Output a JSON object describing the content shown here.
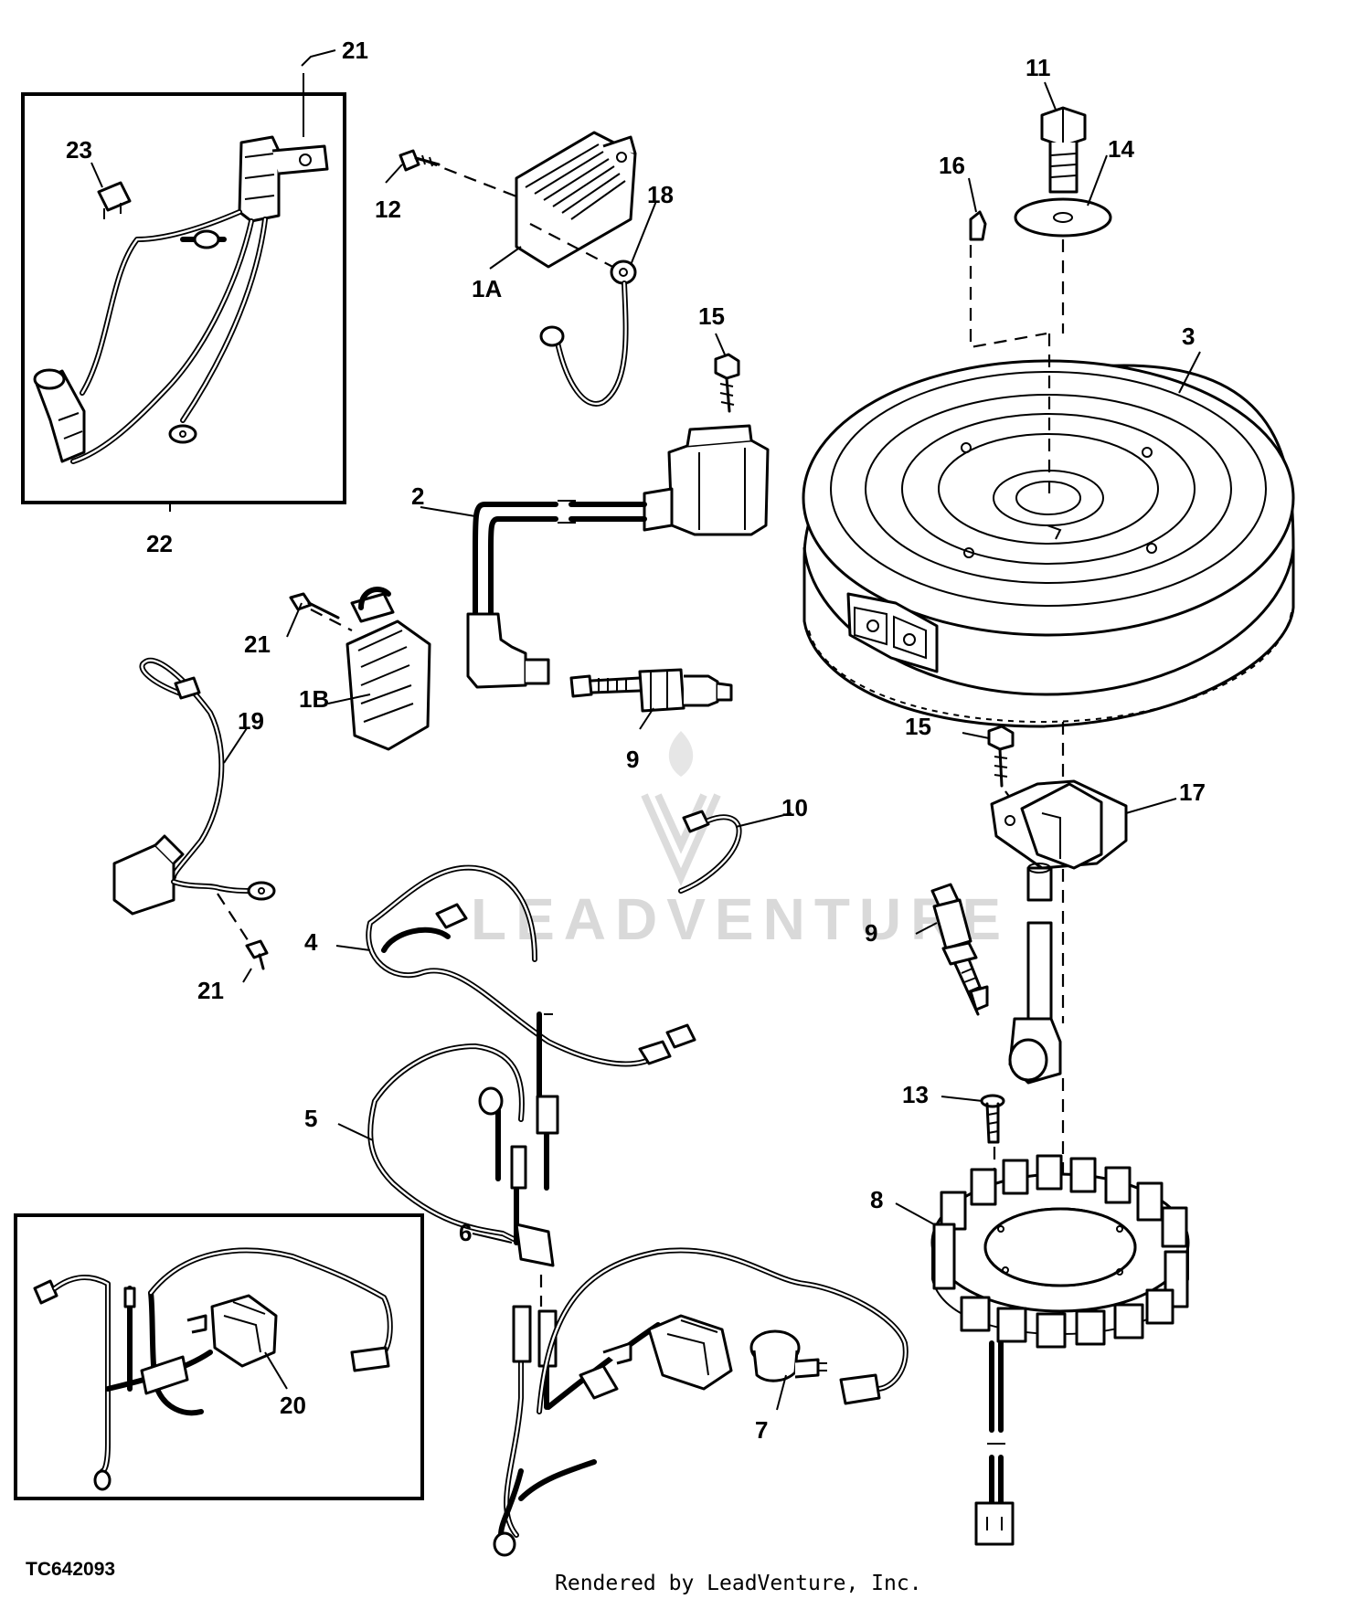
{
  "figure_id": "TC642093",
  "credit": "Rendered by LeadVenture, Inc.",
  "watermark": "LEADVENTURE",
  "callouts": {
    "c1a": "1A",
    "c1b": "1B",
    "c2": "2",
    "c3": "3",
    "c4": "4",
    "c5": "5",
    "c6": "6",
    "c7": "7",
    "c8": "8",
    "c9a": "9",
    "c9b": "9",
    "c10": "10",
    "c11": "11",
    "c12": "12",
    "c13": "13",
    "c14": "14",
    "c15a": "15",
    "c15b": "15",
    "c16": "16",
    "c17": "17",
    "c18": "18",
    "c19": "19",
    "c20": "20",
    "c21a": "21",
    "c21b": "21",
    "c21c": "21",
    "c22": "22",
    "c23": "23"
  },
  "colors": {
    "line": "#000000",
    "background": "#ffffff",
    "watermark": "#d9d9d9"
  }
}
